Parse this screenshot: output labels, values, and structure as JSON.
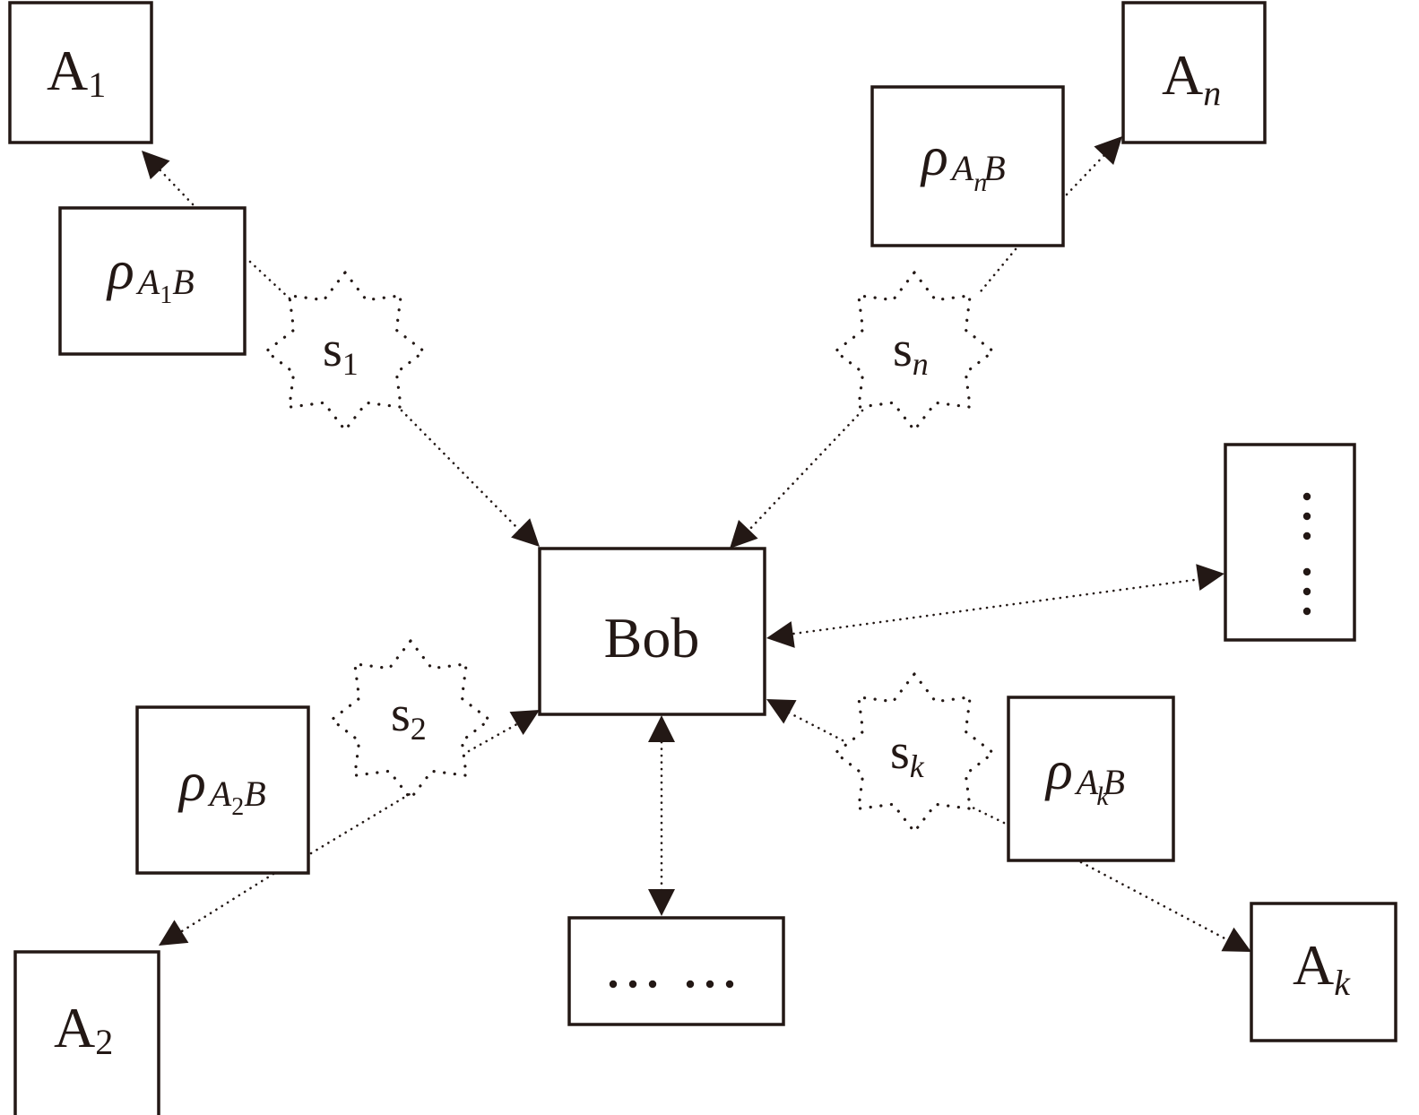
{
  "diagram": {
    "central_node": {
      "id": "bob",
      "label": "Bob"
    },
    "parties": [
      {
        "id": "a1",
        "main": "A",
        "sub": "1",
        "sub_italic": false
      },
      {
        "id": "an",
        "main": "A",
        "sub": "n",
        "sub_italic": true
      },
      {
        "id": "a2",
        "main": "A",
        "sub": "2",
        "sub_italic": false
      },
      {
        "id": "ak",
        "main": "A",
        "sub": "k",
        "sub_italic": true
      }
    ],
    "states": [
      {
        "id": "rho-a1b",
        "symbol": "ρ",
        "sub_a": "A",
        "sub_idx": "1",
        "sub_b": "B"
      },
      {
        "id": "rho-anb",
        "symbol": "ρ",
        "sub_a": "A",
        "sub_idx": "n",
        "sub_b": "B"
      },
      {
        "id": "rho-a2b",
        "symbol": "ρ",
        "sub_a": "A",
        "sub_idx": "2",
        "sub_b": "B"
      },
      {
        "id": "rho-akb",
        "symbol": "ρ",
        "sub_a": "A",
        "sub_idx": "k",
        "sub_b": "B"
      }
    ],
    "sources": [
      {
        "id": "s1",
        "main": "s",
        "sub": "1",
        "sub_italic": false
      },
      {
        "id": "sn",
        "main": "s",
        "sub": "n",
        "sub_italic": true
      },
      {
        "id": "s2",
        "main": "s",
        "sub": "2",
        "sub_italic": false
      },
      {
        "id": "sk",
        "main": "s",
        "sub": "k",
        "sub_italic": true
      }
    ],
    "ellipsis_nodes": [
      {
        "id": "more-right",
        "content": "vertical-ellipsis",
        "dot_groups": 2,
        "dots_per_group": 3
      },
      {
        "id": "more-bottom",
        "content": "horizontal-ellipsis",
        "text": "··· ···"
      }
    ],
    "edges": [
      {
        "from": "rho-a1b",
        "to": "a1",
        "style": "dotted",
        "arrow": "end"
      },
      {
        "from": "rho-a1b",
        "to": "s1",
        "style": "dotted",
        "arrow": "none"
      },
      {
        "from": "s1",
        "to": "bob",
        "style": "dotted",
        "arrow": "end"
      },
      {
        "from": "rho-anb",
        "to": "an",
        "style": "dotted",
        "arrow": "end"
      },
      {
        "from": "rho-anb",
        "to": "sn",
        "style": "dotted",
        "arrow": "none"
      },
      {
        "from": "sn",
        "to": "bob",
        "style": "dotted",
        "arrow": "end"
      },
      {
        "from": "rho-a2b",
        "to": "a2",
        "style": "dotted",
        "arrow": "end"
      },
      {
        "from": "rho-a2b",
        "to": "s2",
        "style": "dotted",
        "arrow": "none"
      },
      {
        "from": "s2",
        "to": "bob",
        "style": "dotted",
        "arrow": "end"
      },
      {
        "from": "rho-akb",
        "to": "ak",
        "style": "dotted",
        "arrow": "end"
      },
      {
        "from": "rho-akb",
        "to": "sk",
        "style": "dotted",
        "arrow": "none"
      },
      {
        "from": "sk",
        "to": "bob",
        "style": "dotted",
        "arrow": "end"
      },
      {
        "from": "bob",
        "to": "more-right",
        "style": "dotted",
        "arrow": "both"
      },
      {
        "from": "bob",
        "to": "more-bottom",
        "style": "dotted",
        "arrow": "both"
      }
    ],
    "colors": {
      "ink": "#231815",
      "background": "#ffffff"
    }
  }
}
